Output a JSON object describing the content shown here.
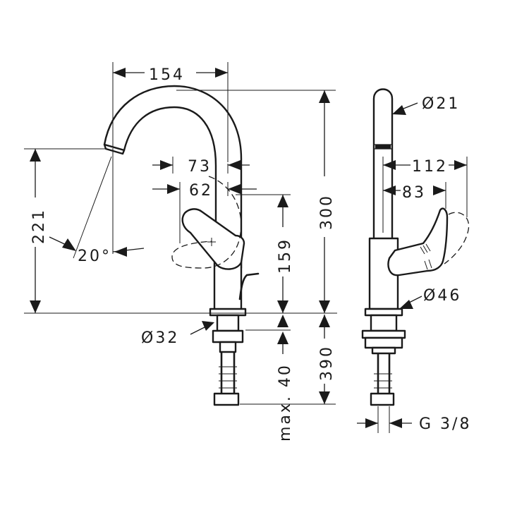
{
  "dimensions": {
    "spout_reach": "154",
    "height_total": "300",
    "spout_height": "221",
    "swivel_angle": "20°",
    "handle_reach_front": "73",
    "handle_offset_front": "62",
    "handle_height": "159",
    "hose_length": "390",
    "max_thickness": "max. 40",
    "base_diameter_front": "Ø32",
    "spout_diameter": "Ø21",
    "handle_reach_side_outer": "112",
    "handle_reach_side_inner": "83",
    "base_diameter_side": "Ø46",
    "thread": "G 3/8"
  }
}
